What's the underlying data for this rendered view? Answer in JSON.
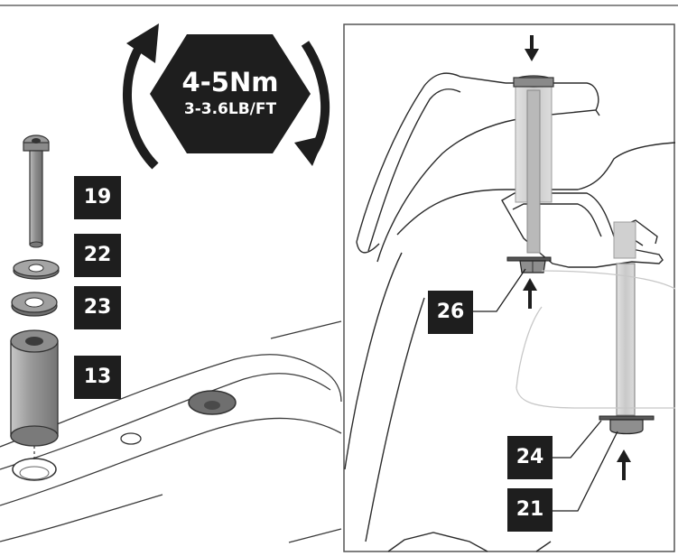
{
  "torque": {
    "value": "4-5Nm",
    "imperial": "3-3.6LB/FT"
  },
  "callouts": {
    "c19": "19",
    "c22": "22",
    "c23": "23",
    "c13": "13",
    "c26": "26",
    "c24": "24",
    "c21": "21"
  },
  "colors": {
    "ink": "#1e1e1e",
    "part_gray": "#9a9a9a",
    "line_gray": "#5a5a5a"
  },
  "icons": [
    "rotation-arrows-icon",
    "hexagon-badge-icon",
    "arrow-down-icon",
    "arrow-up-icon"
  ]
}
